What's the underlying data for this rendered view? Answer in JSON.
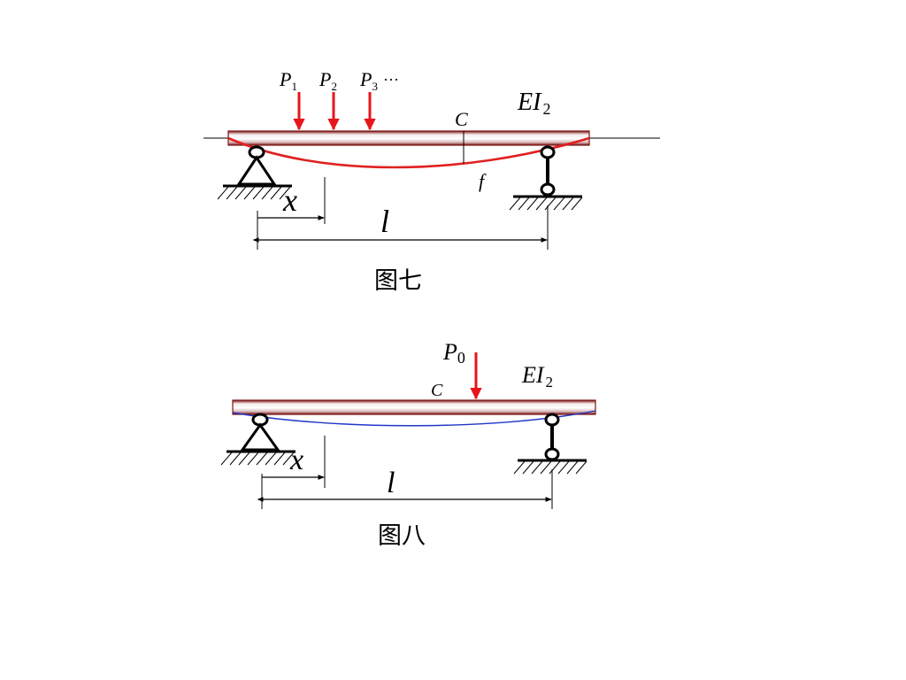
{
  "figure_seven": {
    "loads": [
      {
        "symbol": "P",
        "sub": "1"
      },
      {
        "symbol": "P",
        "sub": "2"
      },
      {
        "symbol": "P",
        "sub": "3"
      }
    ],
    "ellipsis": "···",
    "point_label": "C",
    "stiffness": {
      "symbol": "EI",
      "sub": "2"
    },
    "deflection_label": "f",
    "position_label": "x",
    "span_label": "l",
    "caption": "图七"
  },
  "figure_eight": {
    "load": {
      "symbol": "P",
      "sub": "0"
    },
    "point_label": "C",
    "stiffness": {
      "symbol": "EI",
      "sub": "2"
    },
    "position_label": "x",
    "span_label": "l",
    "caption": "图八"
  },
  "colors": {
    "load_arrow": "#e8141c",
    "deflection_curve_fig7": "#e02020",
    "deflection_curve_fig8": "#2236c8",
    "beam_edge": "#7a1414",
    "beam_fill": "#e9d8d8",
    "line": "#000000"
  }
}
